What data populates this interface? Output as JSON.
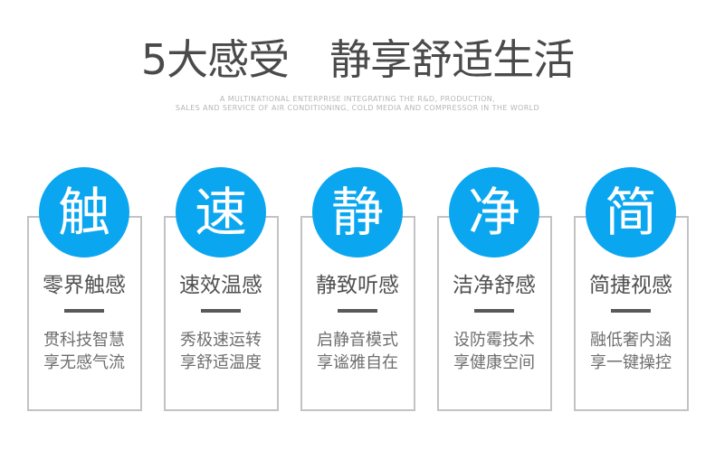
{
  "header": {
    "title": "5大感受　静享舒适生活",
    "subtitle_line1": "A MULTINATIONAL ENTERPRISE INTEGRATING THE R&D, PRODUCTION,",
    "subtitle_line2": "SALES AND SERVICE OF AIR CONDITIONING, COLD MEDIA AND COMPRESSOR IN THE WORLD"
  },
  "colors": {
    "accent_blue": "#0ba6f0",
    "title_gray": "#4a4a4a",
    "subtitle_gray": "#b6b6b6",
    "card_border_gray": "#c3c3c3",
    "card_title_gray": "#515151",
    "underline_gray": "#595959",
    "description_gray": "#6e6e6e"
  },
  "features": [
    {
      "badge": "触",
      "title": "零界触感",
      "desc_line1": "贯科技智慧",
      "desc_line2": "享无感气流"
    },
    {
      "badge": "速",
      "title": "速效温感",
      "desc_line1": "秀极速运转",
      "desc_line2": "享舒适温度"
    },
    {
      "badge": "静",
      "title": "静致听感",
      "desc_line1": "启静音模式",
      "desc_line2": "享谧雅自在"
    },
    {
      "badge": "净",
      "title": "洁净舒感",
      "desc_line1": "设防霉技术",
      "desc_line2": "享健康空间"
    },
    {
      "badge": "简",
      "title": "简捷视感",
      "desc_line1": "融低奢内涵",
      "desc_line2": "享一键操控"
    }
  ]
}
